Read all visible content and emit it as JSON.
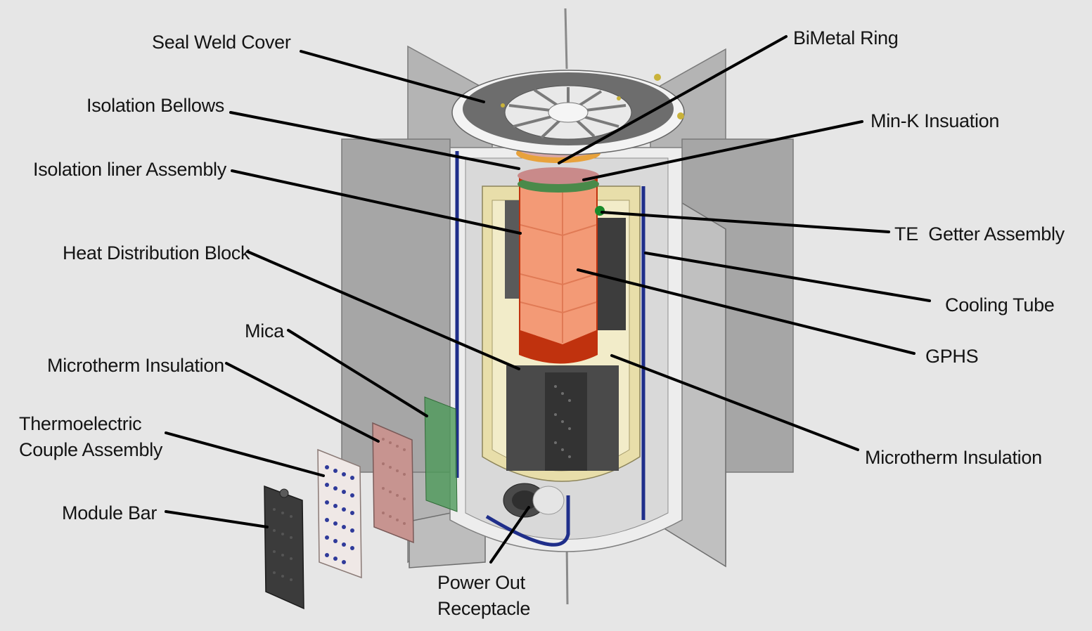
{
  "labels": {
    "seal_weld_cover": "Seal Weld Cover",
    "isolation_bellows": "Isolation Bellows",
    "isolation_liner_assembly": "Isolation liner Assembly",
    "heat_distribution_block": "Heat Distribution Block",
    "mica": "Mica",
    "microtherm_insulation_left": "Microtherm Insulation",
    "thermoelectric_line1": "Thermoelectric",
    "thermoelectric_line2": "Couple Assembly",
    "module_bar": "Module Bar",
    "power_out_line1": "Power Out",
    "power_out_line2": "Receptacle",
    "bimetal_ring": "BiMetal Ring",
    "min_k_insulation": "Min-K Insuation",
    "te_getter_assembly": "TE  Getter Assembly",
    "cooling_tube": "Cooling Tube",
    "gphs": "GPHS",
    "microtherm_insulation_right": "Microtherm Insulation"
  },
  "colors": {
    "background": "#e6e6e6",
    "fin": "#a9a9a9",
    "fin_light": "#c4c4c4",
    "housing_white": "#f2f2f2",
    "yellow_insulation": "#e8deaa",
    "gphs_orange": "#f39a76",
    "gphs_dark": "#c0320e",
    "module_dark": "#3b3b3b",
    "mica_green": "#4e9a5a",
    "cooling_blue": "#1f2e8a",
    "leader_line": "#000000"
  }
}
